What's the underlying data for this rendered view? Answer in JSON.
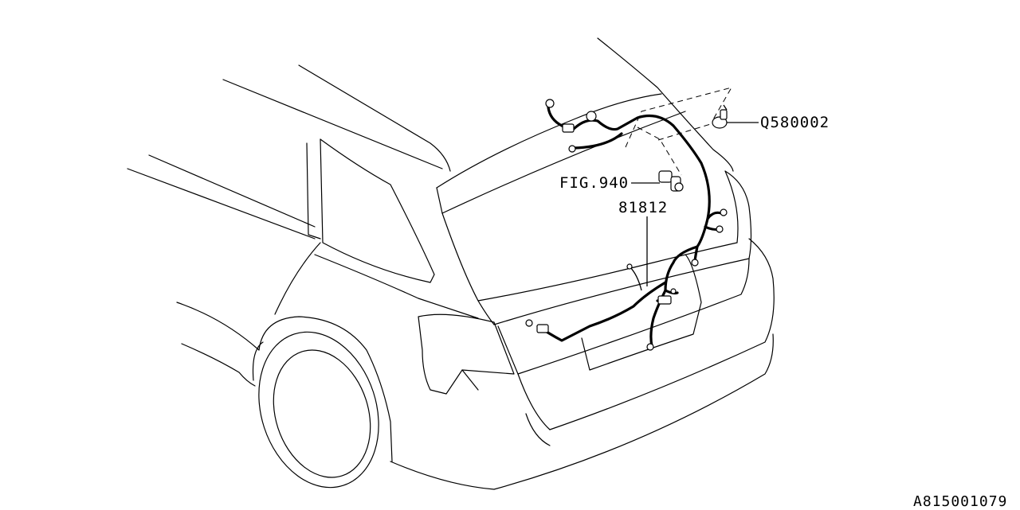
{
  "callouts": {
    "part_q": "Q580002",
    "fig_ref": "FIG.940",
    "harness_part": "81812"
  },
  "diagram_id": "A815001079"
}
